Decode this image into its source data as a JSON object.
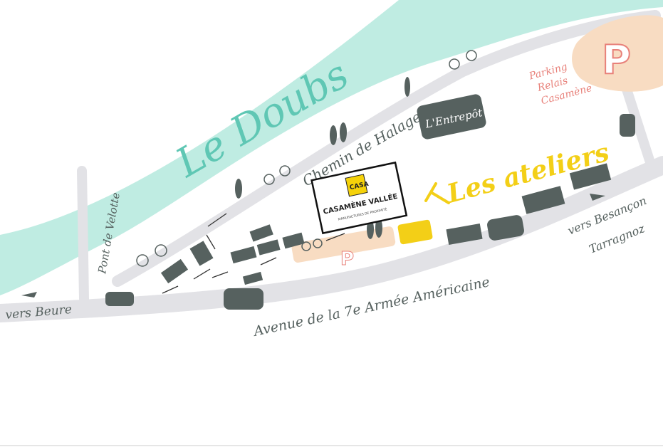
{
  "colors": {
    "river": "#bfece2",
    "river_label": "#5fc7b4",
    "road": "#e2e2e6",
    "building": "#56615f",
    "parking": "#f8dcc2",
    "parking_letter": "#e8817a",
    "ateliers": "#f3cf17",
    "logo_yellow": "#f5d20a"
  },
  "labels": {
    "river": "Le Doubs",
    "halage": "Chemin de Halage",
    "pont": "Pont de Velotte",
    "avenue": "Avenue de la 7e Armée Américaine",
    "vers_beure": "vers Beure",
    "vers_besancon": "vers Besançon",
    "tarragnoz": "Tarragnoz",
    "entrepot": "L'Entrepôt",
    "ateliers": "Les ateliers",
    "parking_relais": [
      "Parking",
      "Relais",
      "Casamène"
    ],
    "parking_letter": "P"
  },
  "logo": {
    "name": "CASAMÈNE VALLÉE",
    "tagline": "MANUFACTURES DE PROXIMITÉ",
    "mark": "CASA"
  }
}
